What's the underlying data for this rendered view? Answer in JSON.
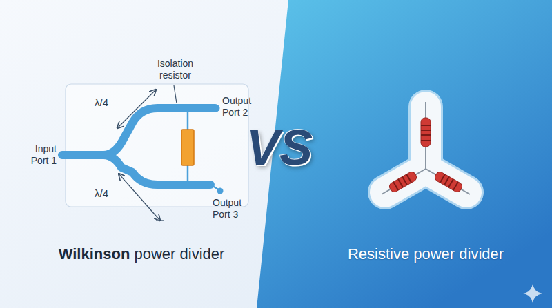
{
  "diagram": {
    "labels": [
      "Isolation resistor",
      "λ/4",
      "λ/4",
      "Output Port 2",
      "Output Port 3",
      "Input Port 1",
      "Wilkinson power divider",
      "VS",
      "Resistive power divider"
    ]
  }
}
